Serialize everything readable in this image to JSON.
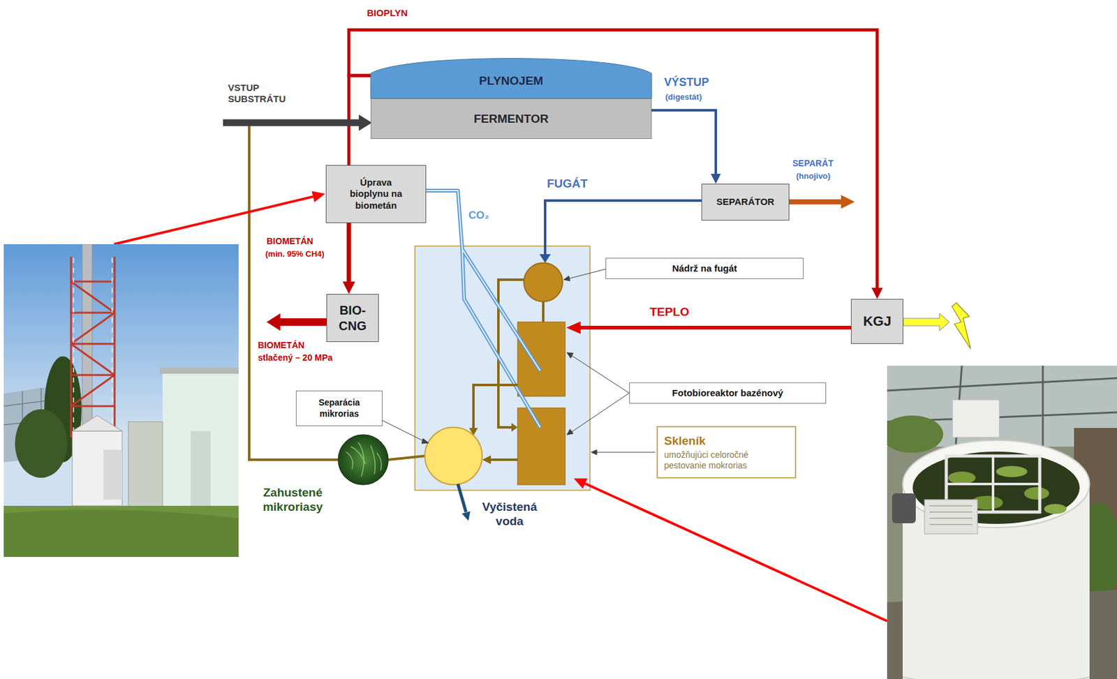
{
  "diagram": {
    "nodes": [
      {
        "text": [
          "PLYNOJEM"
        ]
      },
      {
        "text": [
          "FERMENTOR"
        ]
      },
      {
        "text": [
          "Úprava bioplynu na biometán"
        ]
      },
      {
        "text": [
          "SEPARÁTOR"
        ]
      },
      {
        "text": [
          "Nádrž na fugát"
        ]
      },
      {
        "text": [
          "BIO- CNG"
        ]
      },
      {
        "text": [
          "KGJ"
        ]
      },
      {
        "text": [
          "Fotobioreaktor bazénový"
        ]
      },
      {
        "text": [
          "Separácia mikrorias"
        ]
      },
      {
        "text": [
          "Skleník",
          "umožňujúci celoročné pestovanie mokrorias"
        ]
      },
      {
        "text": [
          "Zahustené mikroriasy"
        ]
      }
    ],
    "edges": [
      {
        "from": 0,
        "to": 6,
        "arrow": "to",
        "label": "BIOPLYN"
      },
      {
        "from": 0,
        "to": 2,
        "arrow": "none"
      },
      {
        "from": 1,
        "to": 3,
        "arrow": "to",
        "label": "VÝSTUP"
      },
      {
        "from": 2,
        "to": 5,
        "arrow": "to",
        "label": "BIOMETÁN"
      },
      {
        "from": 10,
        "to": 1,
        "arrow": "to"
      }
    ],
    "labels": [
      "VSTUP SUBSTRÁTU",
      "(digestát)",
      "SEPARÁT",
      "(hnojivo)",
      "FUGÁT",
      "CO₂",
      "(min. 95% CH4)",
      "BIOMETÁN",
      "stlačený – 20 MPa",
      "TEPLO",
      "Vyčistená voda"
    ]
  }
}
